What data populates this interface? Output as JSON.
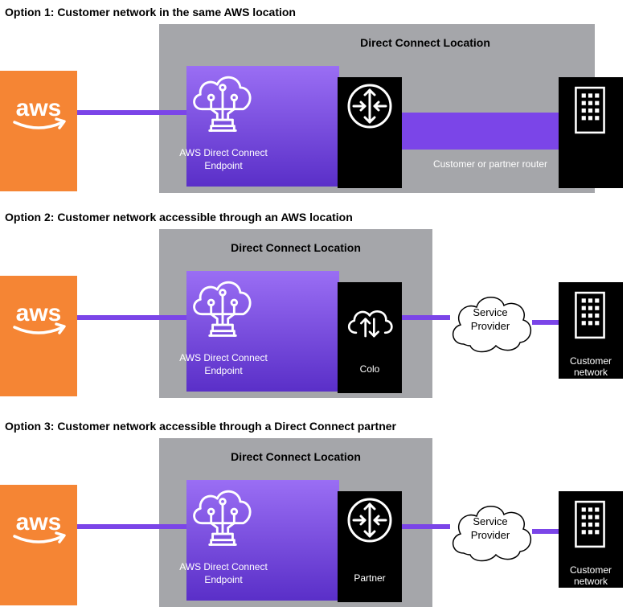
{
  "diagram": {
    "options": [
      {
        "title": "Option 1: Customer network in the same AWS location",
        "location_label": "Direct Connect Location",
        "aws_logo": "aws",
        "ingress_label_lines": [
          "AWS Direct Connect",
          "Endpoint"
        ],
        "middle_label": "Customer or partner router",
        "middle_icon": "router-icon",
        "provider_label_lines": [],
        "datacenter_label_lines": []
      },
      {
        "title": "Option 2: Customer network accessible through an AWS location",
        "location_label": "Direct Connect Location",
        "aws_logo": "aws",
        "ingress_label_lines": [
          "AWS Direct Connect",
          "Endpoint"
        ],
        "middle_label": "Colo",
        "middle_icon": "cloud-updown-icon",
        "provider_label_lines": [
          "Service",
          "Provider"
        ],
        "datacenter_label_lines": [
          "Customer",
          "network"
        ]
      },
      {
        "title": "Option 3: Customer network accessible through a Direct Connect partner",
        "location_label": "Direct Connect Location",
        "aws_logo": "aws",
        "ingress_label_lines": [
          "AWS Direct Connect",
          "Endpoint"
        ],
        "middle_label": "Partner",
        "middle_icon": "router-icon",
        "provider_label_lines": [
          "Service",
          "Provider"
        ],
        "datacenter_label_lines": [
          "Customer",
          "network"
        ]
      }
    ],
    "colors": {
      "aws_orange": "#F58534",
      "location_gray": "#A5A6AA",
      "purple_light": "#9A6EF4",
      "purple_dark": "#5A2FC8",
      "link_purple": "#7B45E8",
      "black": "#000000",
      "white": "#ffffff"
    }
  }
}
